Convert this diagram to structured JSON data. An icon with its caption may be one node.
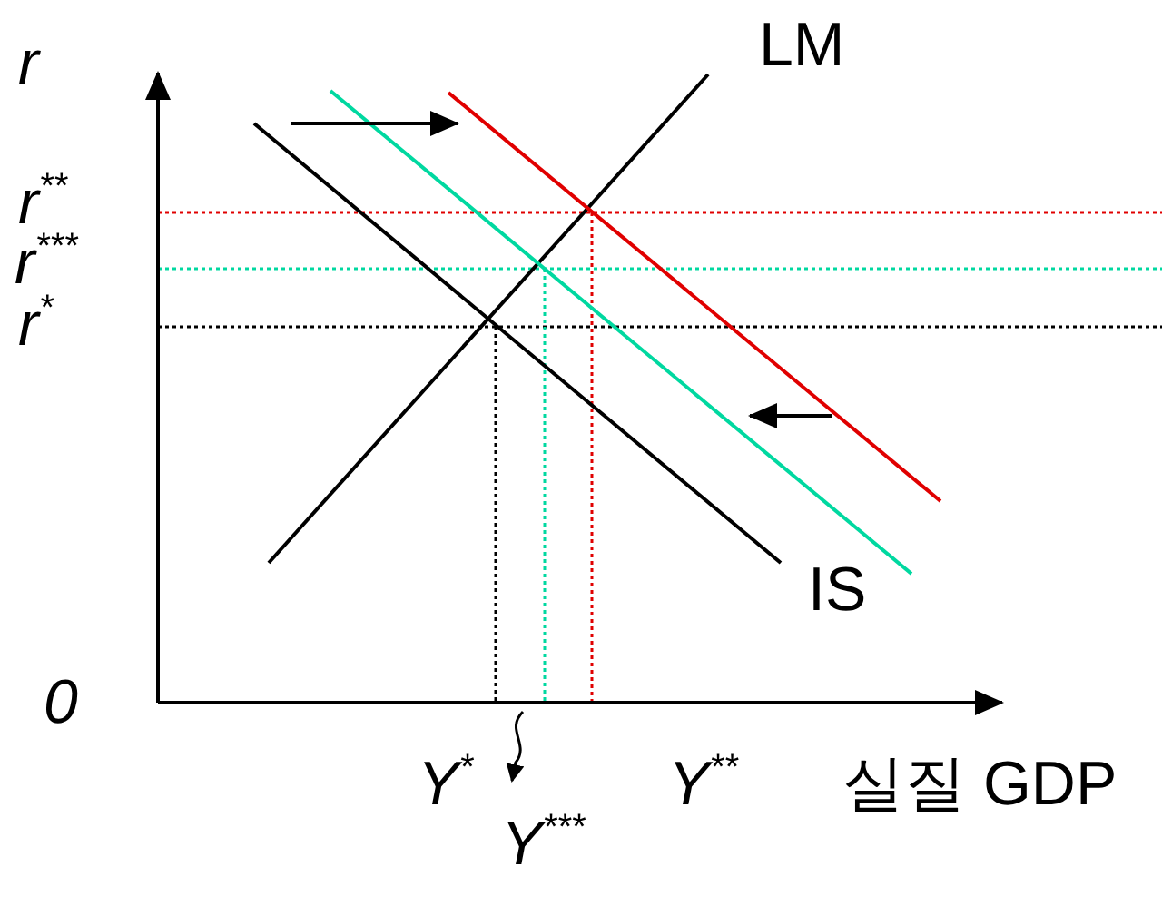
{
  "diagram": {
    "labels": [
      "r",
      "LM",
      "r$^{**}$",
      "r$^{***}$",
      "r$^{*}$",
      "IS",
      "0",
      "Y$^{*}$",
      "Y$^{**}$",
      "실질 GDP",
      "Y$^{***}$"
    ]
  }
}
